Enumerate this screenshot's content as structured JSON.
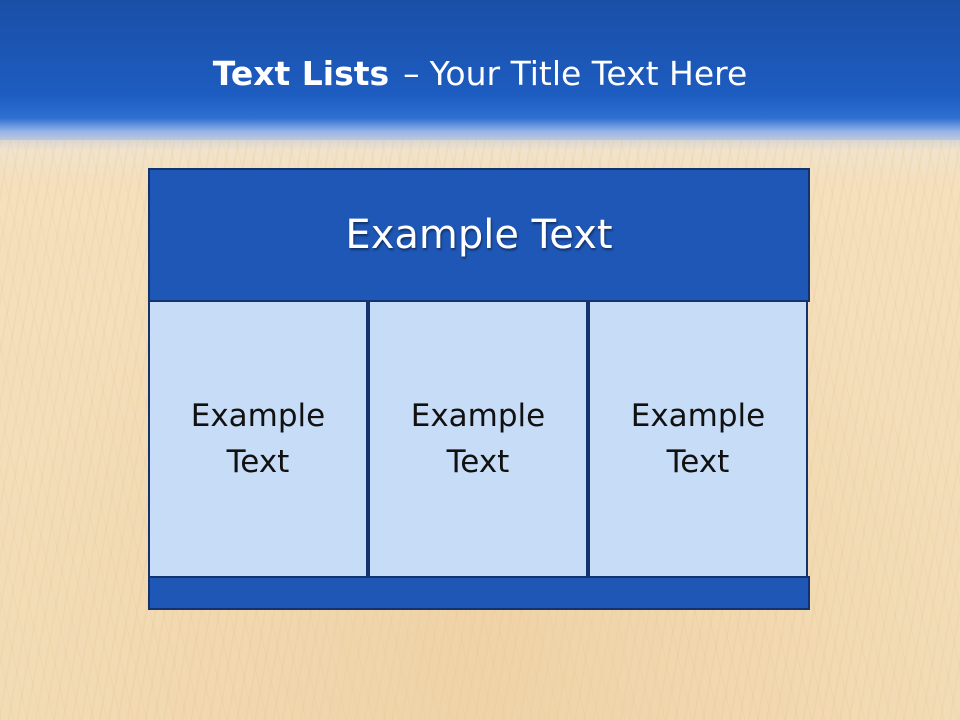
{
  "slide": {
    "title_bold": "Text Lists",
    "title_dash": "–",
    "title_rest": "Your Title Text Here"
  },
  "diagram": {
    "header": "Example Text",
    "columns": [
      {
        "text": "Example Text"
      },
      {
        "text": "Example Text"
      },
      {
        "text": "Example Text"
      }
    ]
  },
  "colors": {
    "header_blue": "#1f57b7",
    "column_fill": "#c7dcf6",
    "border": "#13326e",
    "sky_blue": "#1d5cc0"
  }
}
